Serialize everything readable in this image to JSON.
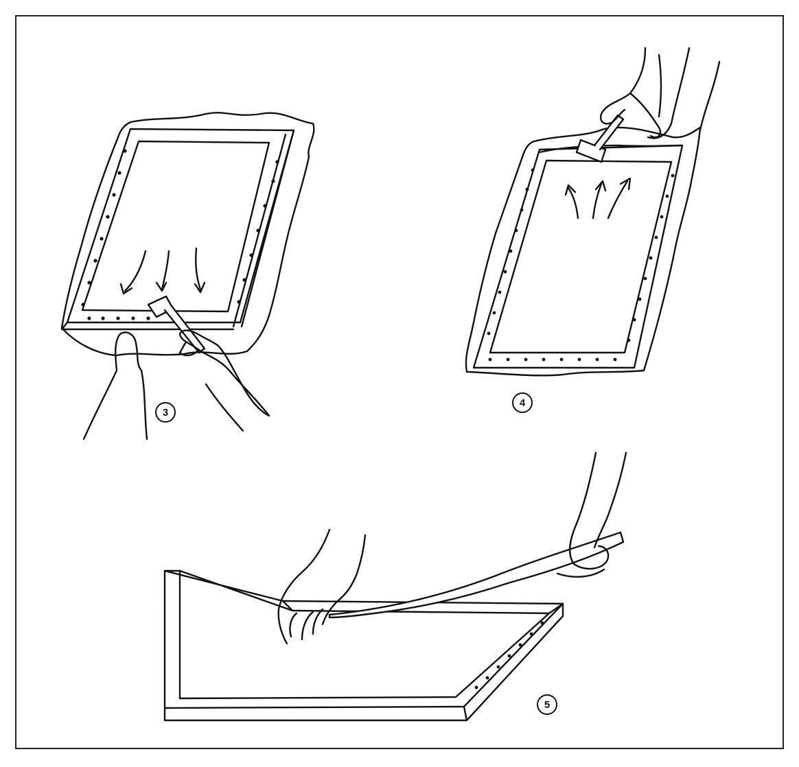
{
  "steps": [
    {
      "label": "3"
    },
    {
      "label": "4"
    },
    {
      "label": "5"
    }
  ],
  "colors": {
    "ink": "#111111",
    "paper": "#ffffff"
  }
}
